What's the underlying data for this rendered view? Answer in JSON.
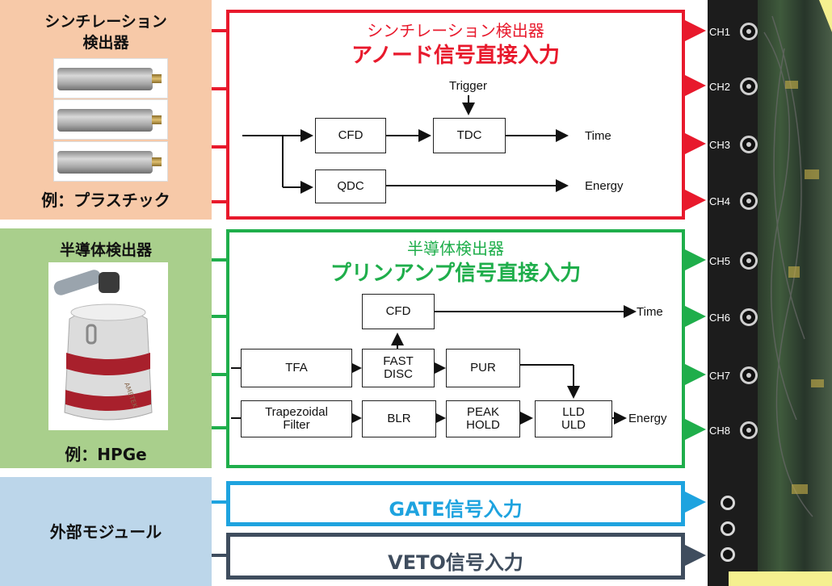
{
  "colors": {
    "red": "#e8192c",
    "green": "#1fae4b",
    "blue": "#1ea3df",
    "navy": "#3f4d5e",
    "scint_bg": "#f7c9a8",
    "semi_bg": "#a9cf8c",
    "ext_bg": "#bcd6ea"
  },
  "left": {
    "scint": {
      "title": "シンチレーション\n検出器",
      "example": "例：プラスチック"
    },
    "semi": {
      "title": "半導体検出器",
      "example": "例：HPGe"
    },
    "ext": {
      "title": "外部モジュール"
    }
  },
  "scint_box": {
    "subtitle": "シンチレーション検出器",
    "title": "アノード信号直接入力",
    "trigger": "Trigger",
    "cfd": "CFD",
    "tdc": "TDC",
    "qdc": "QDC",
    "time": "Time",
    "energy": "Energy"
  },
  "semi_box": {
    "subtitle": "半導体検出器",
    "title": "プリンアンプ信号直接入力",
    "cfd": "CFD",
    "time": "Time",
    "tfa": "TFA",
    "fast_disc": "FAST\nDISC",
    "pur": "PUR",
    "trap": "Trapezoidal\nFilter",
    "blr": "BLR",
    "peak_hold": "PEAK\nHOLD",
    "lld_uld": "LLD\nULD",
    "energy": "Energy"
  },
  "gate": {
    "label": "GATE信号入力"
  },
  "veto": {
    "label": "VETO信号入力"
  },
  "channels": [
    "CH1",
    "CH2",
    "CH3",
    "CH4",
    "CH5",
    "CH6",
    "CH7",
    "CH8"
  ],
  "hpge_brand": "AMETEK"
}
